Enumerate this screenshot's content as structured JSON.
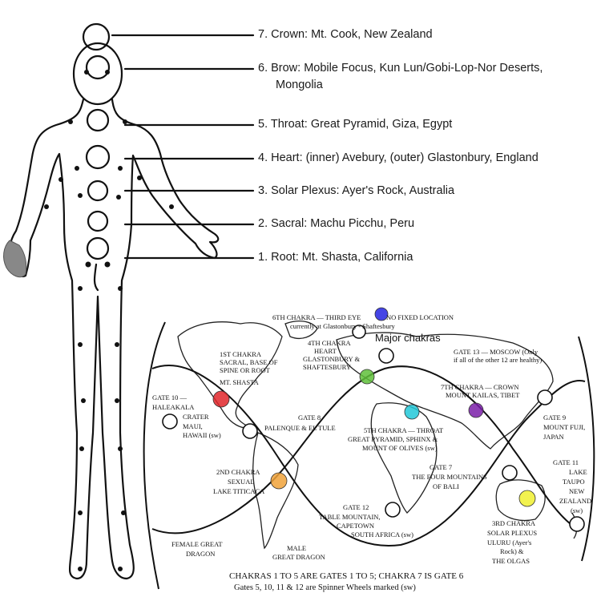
{
  "chakra_list": [
    {
      "label": "7.  Crown: Mt. Cook, New Zealand"
    },
    {
      "label": "6.  Brow: Mobile Focus, Kun Lun/Gobi-Lop-Nor Deserts,",
      "label2": "Mongolia"
    },
    {
      "label": "5.  Throat: Great Pyramid, Giza, Egypt"
    },
    {
      "label": "4.  Heart:  (inner) Avebury, (outer) Glastonbury, England"
    },
    {
      "label": "3.  Solar Plexus: Ayer's Rock, Australia"
    },
    {
      "label": "2.  Sacral: Machu Picchu, Peru"
    },
    {
      "label": "1.  Root: Mt. Shasta, California"
    }
  ],
  "map": {
    "sixth_a": "6TH CHAKRA — THIRD EYE",
    "sixth_b": "NO FIXED LOCATION",
    "sixth_c": "currently at Glastonbury - Shaftesbury",
    "major": "Major chakras",
    "fourth": [
      "4TH CHAKRA",
      "HEART",
      "GLASTONBURY &",
      "SHAFTESBURY"
    ],
    "first": [
      "1ST CHAKRA",
      "SACRAL, BASE OF",
      "SPINE OR ROOT",
      "MT. SHASTA"
    ],
    "gate13": [
      "GATE 13  —  MOSCOW (Only",
      "if all of the other 12 are healthy)"
    ],
    "seventh": [
      "7TH CHAKRA — CROWN",
      "MOUNT KAILAS, TIBET"
    ],
    "gate10": [
      "GATE 10 —",
      "HALEAKALA",
      "CRATER",
      "MAUI,",
      "HAWAII (sw)"
    ],
    "gate8": [
      "GATE 8",
      "PALENQUE & EL TULE"
    ],
    "fifth": [
      "5TH CHAKRA — THROAT",
      "GREAT PYRAMID, SPHINX &",
      "MOUNT OF OLIVES (sw)"
    ],
    "gate9": [
      "GATE 9",
      "MOUNT FUJI,",
      "JAPAN"
    ],
    "second": [
      "2ND CHAKRA",
      "SEXUAL",
      "LAKE TITICACA"
    ],
    "gate7": [
      "GATE 7",
      "THE FOUR MOUNTAINS",
      "OF BALI"
    ],
    "gate11": [
      "GATE 11",
      "LAKE",
      "TAUPO",
      "NEW",
      "ZEALAND",
      "(sw)"
    ],
    "gate12": [
      "GATE 12",
      "TABLE MOUNTAIN,",
      "CAPETOWN",
      "SOUTH AFRICA (sw)"
    ],
    "third": [
      "3RD CHAKRA",
      "SOLAR PLEXUS",
      "ULURU (Ayer's",
      "Rock) &",
      "THE OLGAS"
    ],
    "female": [
      "FEMALE GREAT",
      "DRAGON"
    ],
    "male": [
      "MALE",
      "GREAT DRAGON"
    ],
    "caption1": "CHAKRAS 1 TO 5 ARE GATES 1 TO 5; CHAKRA 7 IS GATE 6",
    "caption2": "Gates 5, 10, 11 & 12 are Spinner Wheels marked (sw)"
  },
  "colors": {
    "third_eye": "#2323e0",
    "heart": "#5fc03a",
    "throat": "#22c8d8",
    "crown": "#7a1fa8",
    "root": "#e0262a",
    "sacral": "#f0a23a",
    "solar_plexus": "#f0f030"
  }
}
